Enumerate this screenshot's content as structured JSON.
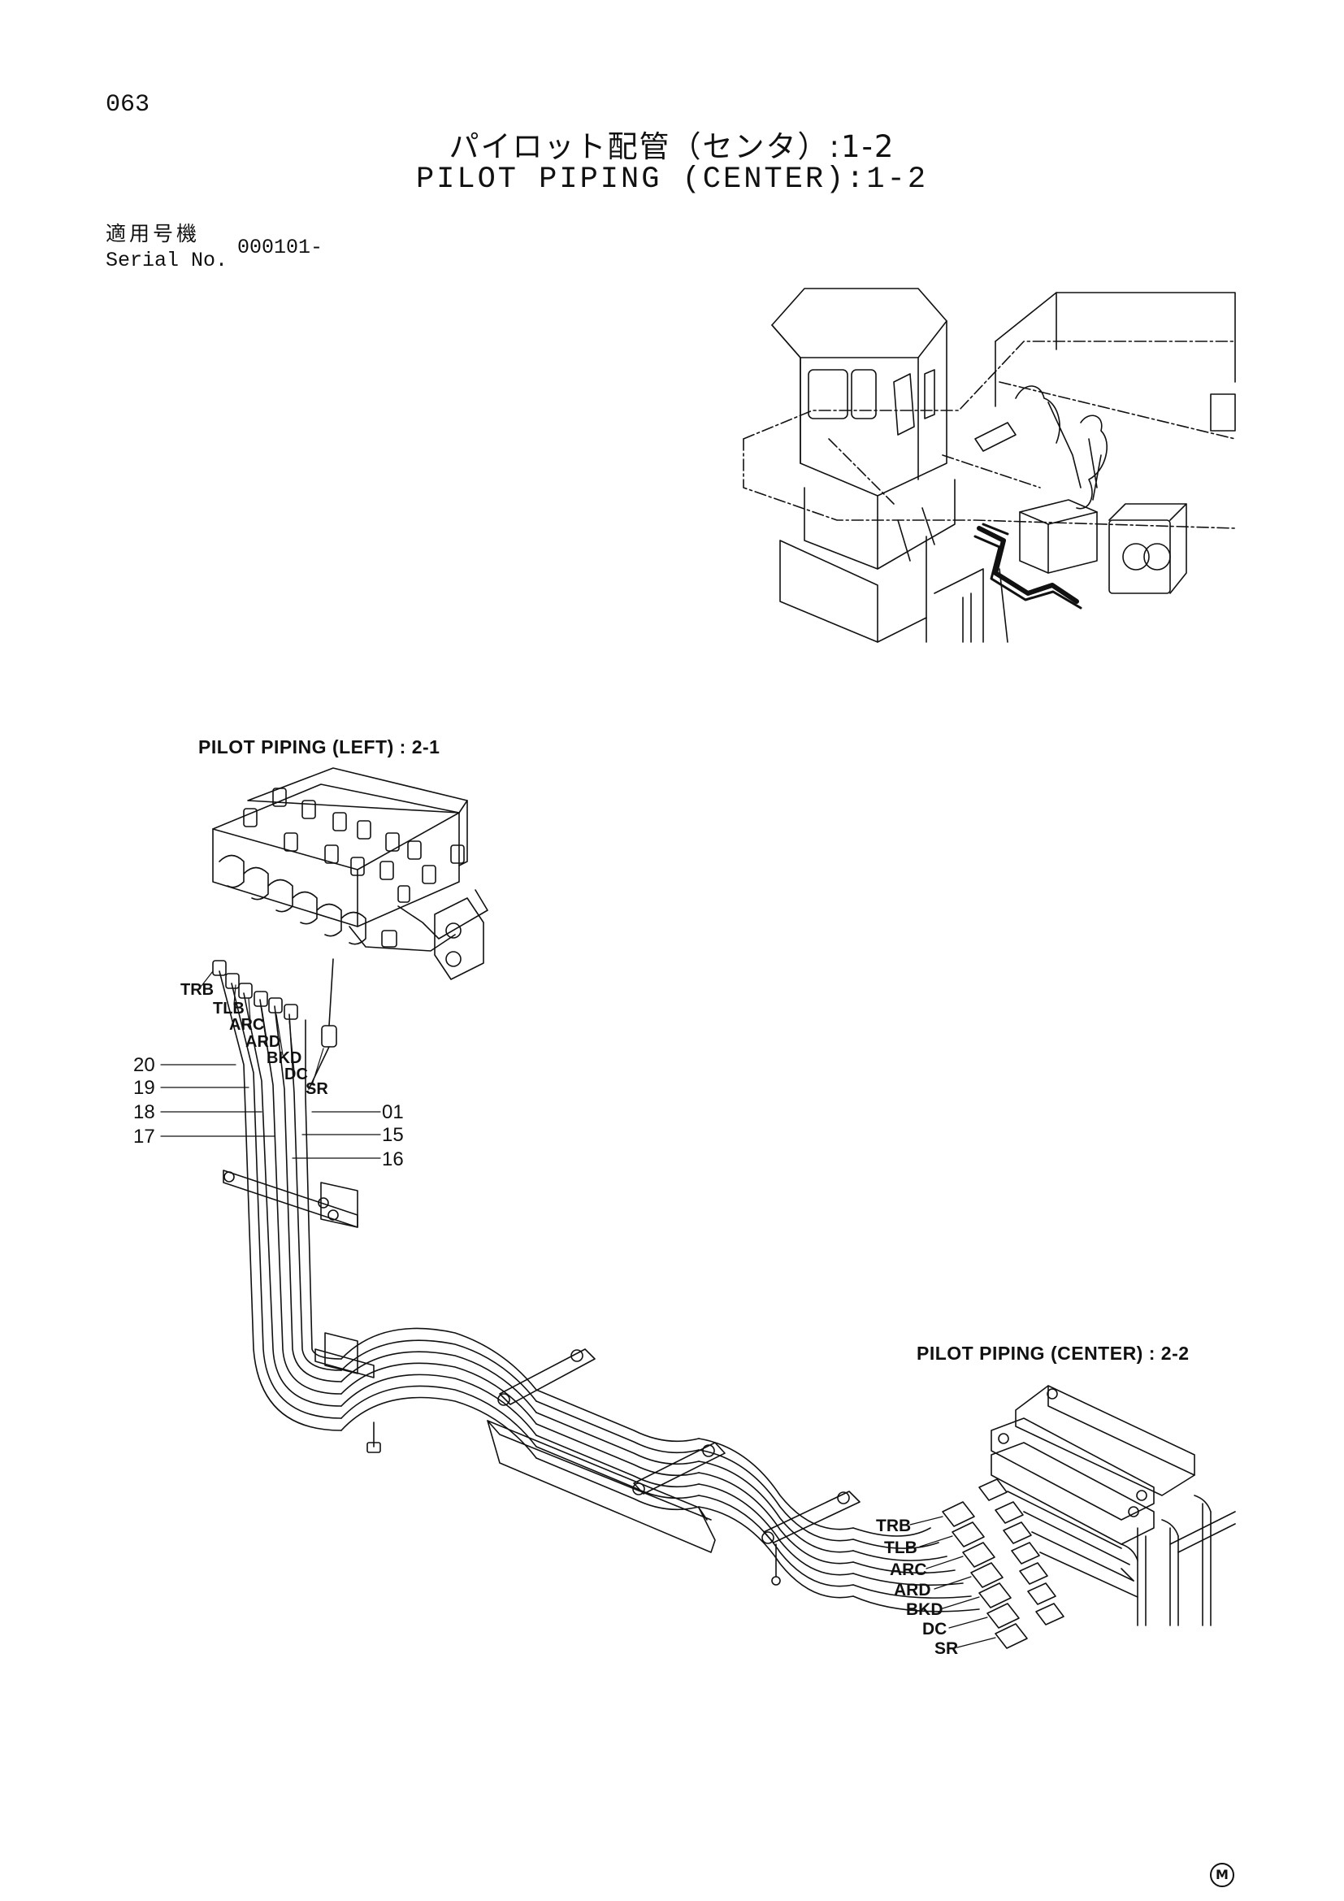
{
  "page": {
    "number": "063",
    "title_jp": "パイロット配管（センタ）:1-2",
    "title_en": "PILOT PIPING (CENTER):1-2"
  },
  "serial": {
    "label_jp": "適用号機",
    "label_en": "Serial No.",
    "value": "000101-"
  },
  "references": {
    "left": "PILOT PIPING (LEFT) : 2-1",
    "center": "PILOT PIPING (CENTER) : 2-2"
  },
  "pipe_labels": [
    "TRB",
    "TLB",
    "ARC",
    "ARD",
    "BKD",
    "DC",
    "SR"
  ],
  "callouts": {
    "left": [
      "20",
      "19",
      "18",
      "17"
    ],
    "right": [
      "01",
      "15",
      "16"
    ]
  },
  "mark": "M"
}
